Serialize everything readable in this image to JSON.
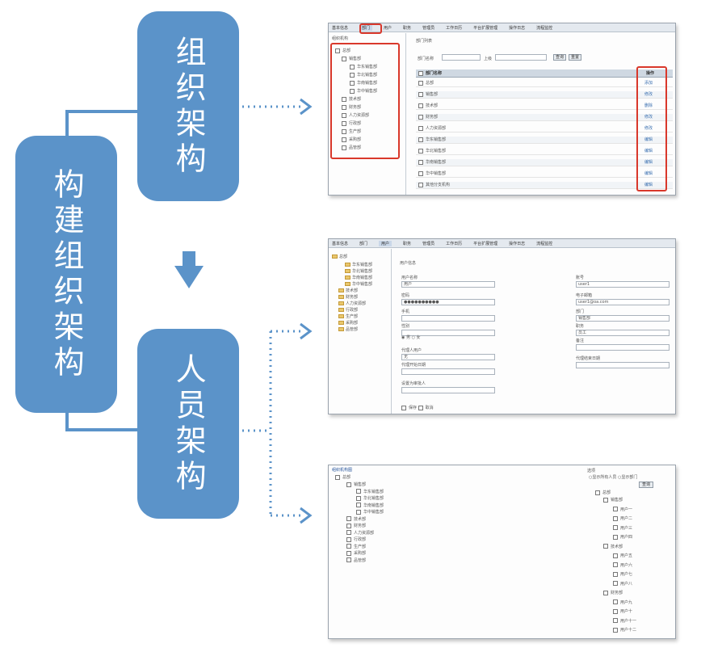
{
  "labels": {
    "main": "构建组织架构",
    "org": "组织架构",
    "staff": "人员架构"
  },
  "colors": {
    "pill": "#5b93c9",
    "connector": "#5b93c9",
    "dotted": "#5b93c9",
    "highlight": "#d9382b"
  },
  "org_screen": {
    "menu": [
      "基本信息",
      "部门",
      "用户",
      "职务",
      "管理员",
      "工作日历",
      "平台扩展管理",
      "操作日志",
      "流程监控"
    ],
    "active_menu": "部门",
    "tree_title": "组织机构",
    "tree_root": "总部",
    "tree_items": [
      "销售部",
      "华东销售部",
      "华北销售部",
      "华南销售部",
      "华中销售部",
      "技术部",
      "财务部",
      "人力资源部",
      "行政部",
      "生产部",
      "采购部",
      "品管部"
    ],
    "panel_title": "部门列表",
    "search_label": "部门名称",
    "superior_label": "上级",
    "search_button": "查询",
    "reset_button": "重置",
    "col_name": "部门名称",
    "col_action": "操作",
    "rows": [
      "总部",
      "销售部",
      "技术部",
      "财务部",
      "人力资源部",
      "华东销售部",
      "华北销售部",
      "华南销售部",
      "华中销售部",
      "其他分支机构"
    ],
    "actions": [
      "添加",
      "修改",
      "删除",
      "修改",
      "修改",
      "编辑",
      "编辑",
      "编辑",
      "编辑",
      "编辑"
    ]
  },
  "user_screen": {
    "menu": [
      "基本信息",
      "部门",
      "用户",
      "职务",
      "管理员",
      "工作日历",
      "平台扩展管理",
      "操作日志",
      "流程监控"
    ],
    "active_menu": "用户",
    "tree_root": "总部",
    "tree_items": [
      "华东销售部",
      "华北销售部",
      "华南销售部",
      "华中销售部",
      "技术部",
      "财务部",
      "人力资源部",
      "行政部",
      "生产部",
      "采购部",
      "品管部"
    ],
    "panel_title": "用户信息",
    "left_fields": [
      {
        "label": "用户名称",
        "value": "用户"
      },
      {
        "label": "密码",
        "value": "●●●●●●●●●●"
      },
      {
        "label": "手机",
        "value": ""
      },
      {
        "label": "性别",
        "value": ""
      },
      {
        "label": "代理人用户",
        "value": "无"
      },
      {
        "label": "代理开始日期",
        "value": ""
      },
      {
        "label": "设置为审批人",
        "value": ""
      }
    ],
    "right_fields": [
      {
        "label": "账号",
        "value": "user1"
      },
      {
        "label": "电子邮箱",
        "value": "user1@oa.com"
      },
      {
        "label": "部门",
        "value": "销售部"
      },
      {
        "label": "职务",
        "value": "员工"
      },
      {
        "label": "备注",
        "value": ""
      },
      {
        "label": "代理结束日期",
        "value": ""
      }
    ],
    "gender_options": [
      "男",
      "女"
    ],
    "save_label": "保存",
    "cancel_label": "取消"
  },
  "tree_screen": {
    "title": "组织机构图",
    "left_root": "总部",
    "left_items": [
      "销售部",
      "华东销售部",
      "华北销售部",
      "华南销售部",
      "华中销售部",
      "技术部",
      "财务部",
      "人力资源部",
      "行政部",
      "生产部",
      "采购部",
      "品管部"
    ],
    "options_label": "选项",
    "option_a": "显示所有人员",
    "option_b": "显示部门",
    "query_button": "查询",
    "right_root": "总部",
    "right_items": [
      "销售部",
      "用户一",
      "用户二",
      "用户三",
      "用户四",
      "技术部",
      "用户五",
      "用户六",
      "用户七",
      "用户八",
      "财务部",
      "用户九",
      "用户十",
      "用户十一",
      "用户十二"
    ]
  }
}
